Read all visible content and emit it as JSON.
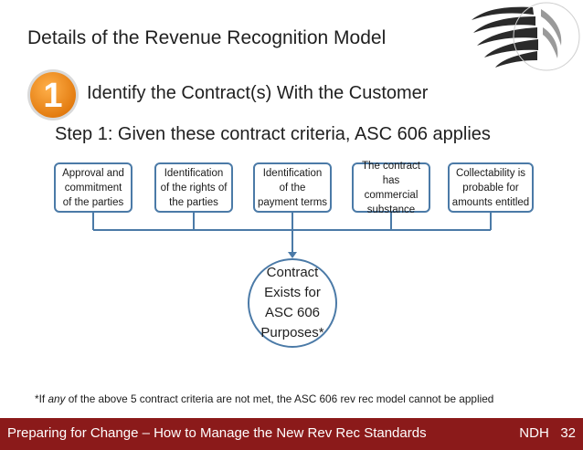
{
  "slide": {
    "title": "Details of the Revenue Recognition Model",
    "logo_icon": "swirl-logo-icon"
  },
  "step": {
    "badge_number": "1",
    "badge_color": "#f28c1e",
    "heading": "Identify the Contract(s) With the Customer",
    "subheading": "Step 1: Given these contract criteria, ASC 606 applies"
  },
  "criteria": [
    "Approval and\ncommitment\nof the parties",
    "Identification\nof the rights of\nthe parties",
    "Identification\nof the\npayment terms",
    "The contract\nhas commercial\nsubstance",
    "Collectability is\nprobable for\namounts entitled"
  ],
  "outcome": "Contract\nExists for\nASC 606\nPurposes*",
  "footnote": {
    "prefix": "*If ",
    "emphasis": "any",
    "suffix": " of the above 5 contract criteria are not met, the ASC 606 rev rec model cannot be applied"
  },
  "footer": {
    "text": "Preparing for Change – How to Manage the New Rev Rec Standards",
    "initials": "NDH",
    "page_number": "32",
    "color": "#8b1a1a"
  },
  "colors": {
    "box_border": "#4b7aa7",
    "connector": "#4b7aa7"
  }
}
